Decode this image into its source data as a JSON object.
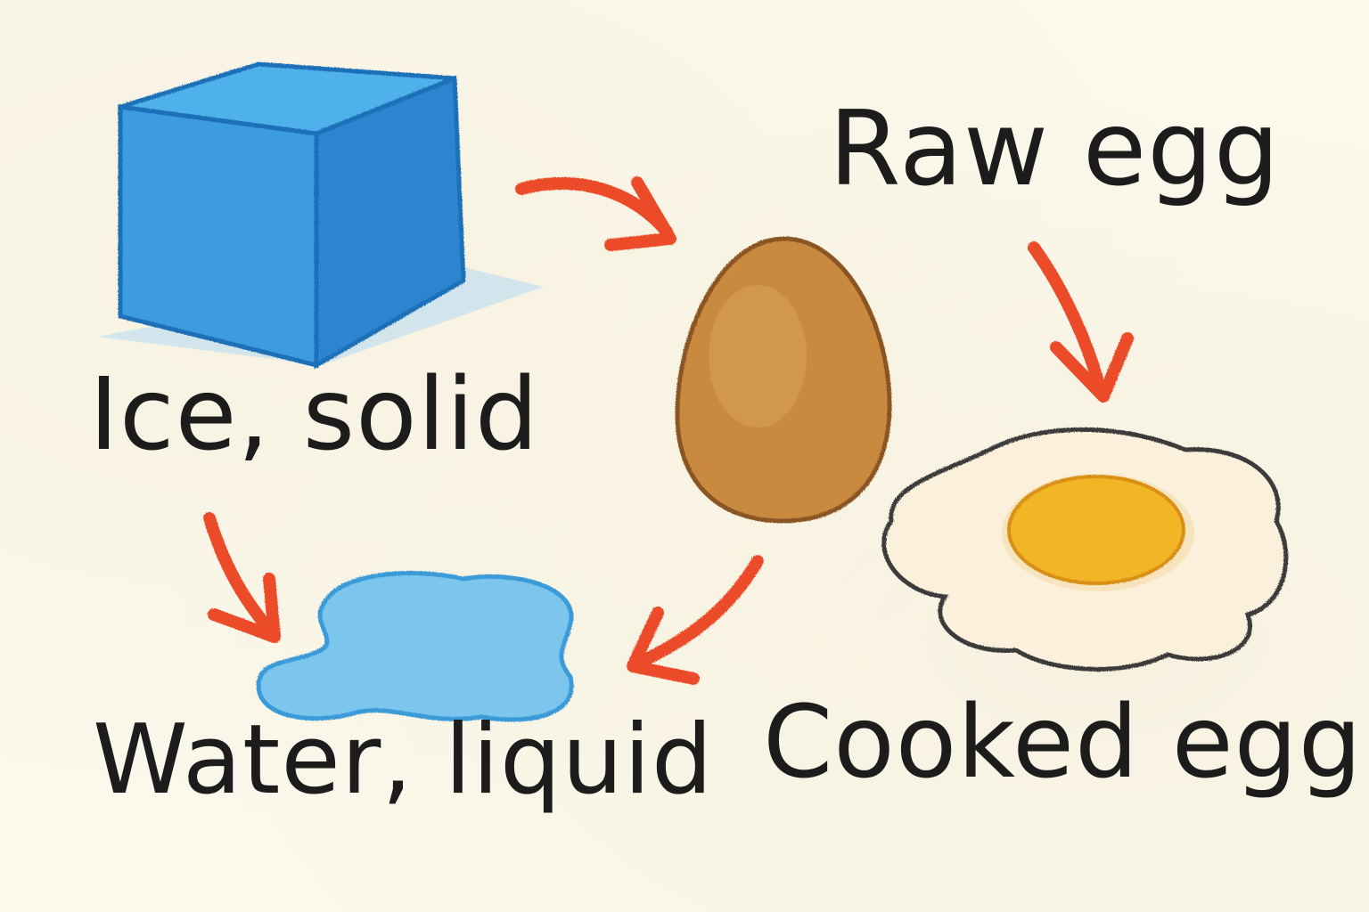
{
  "labels": {
    "ice": "Ice, solid",
    "water": "Water, liquid",
    "raw_egg": "Raw egg",
    "cooked_egg": "Cooked egg"
  },
  "colors": {
    "ice": "#3d9be0",
    "water": "#6fc0ea",
    "egg_shell": "#c98a3f",
    "egg_white": "#fbf0dc",
    "yolk": "#f2b526",
    "arrow": "#ec4b2c",
    "text": "#1c1c1c",
    "paper": "#fbf8ec"
  },
  "icons": {
    "ice": "ice-cube-icon",
    "water": "water-puddle-icon",
    "raw_egg": "raw-egg-icon",
    "cooked_egg": "fried-egg-icon"
  }
}
